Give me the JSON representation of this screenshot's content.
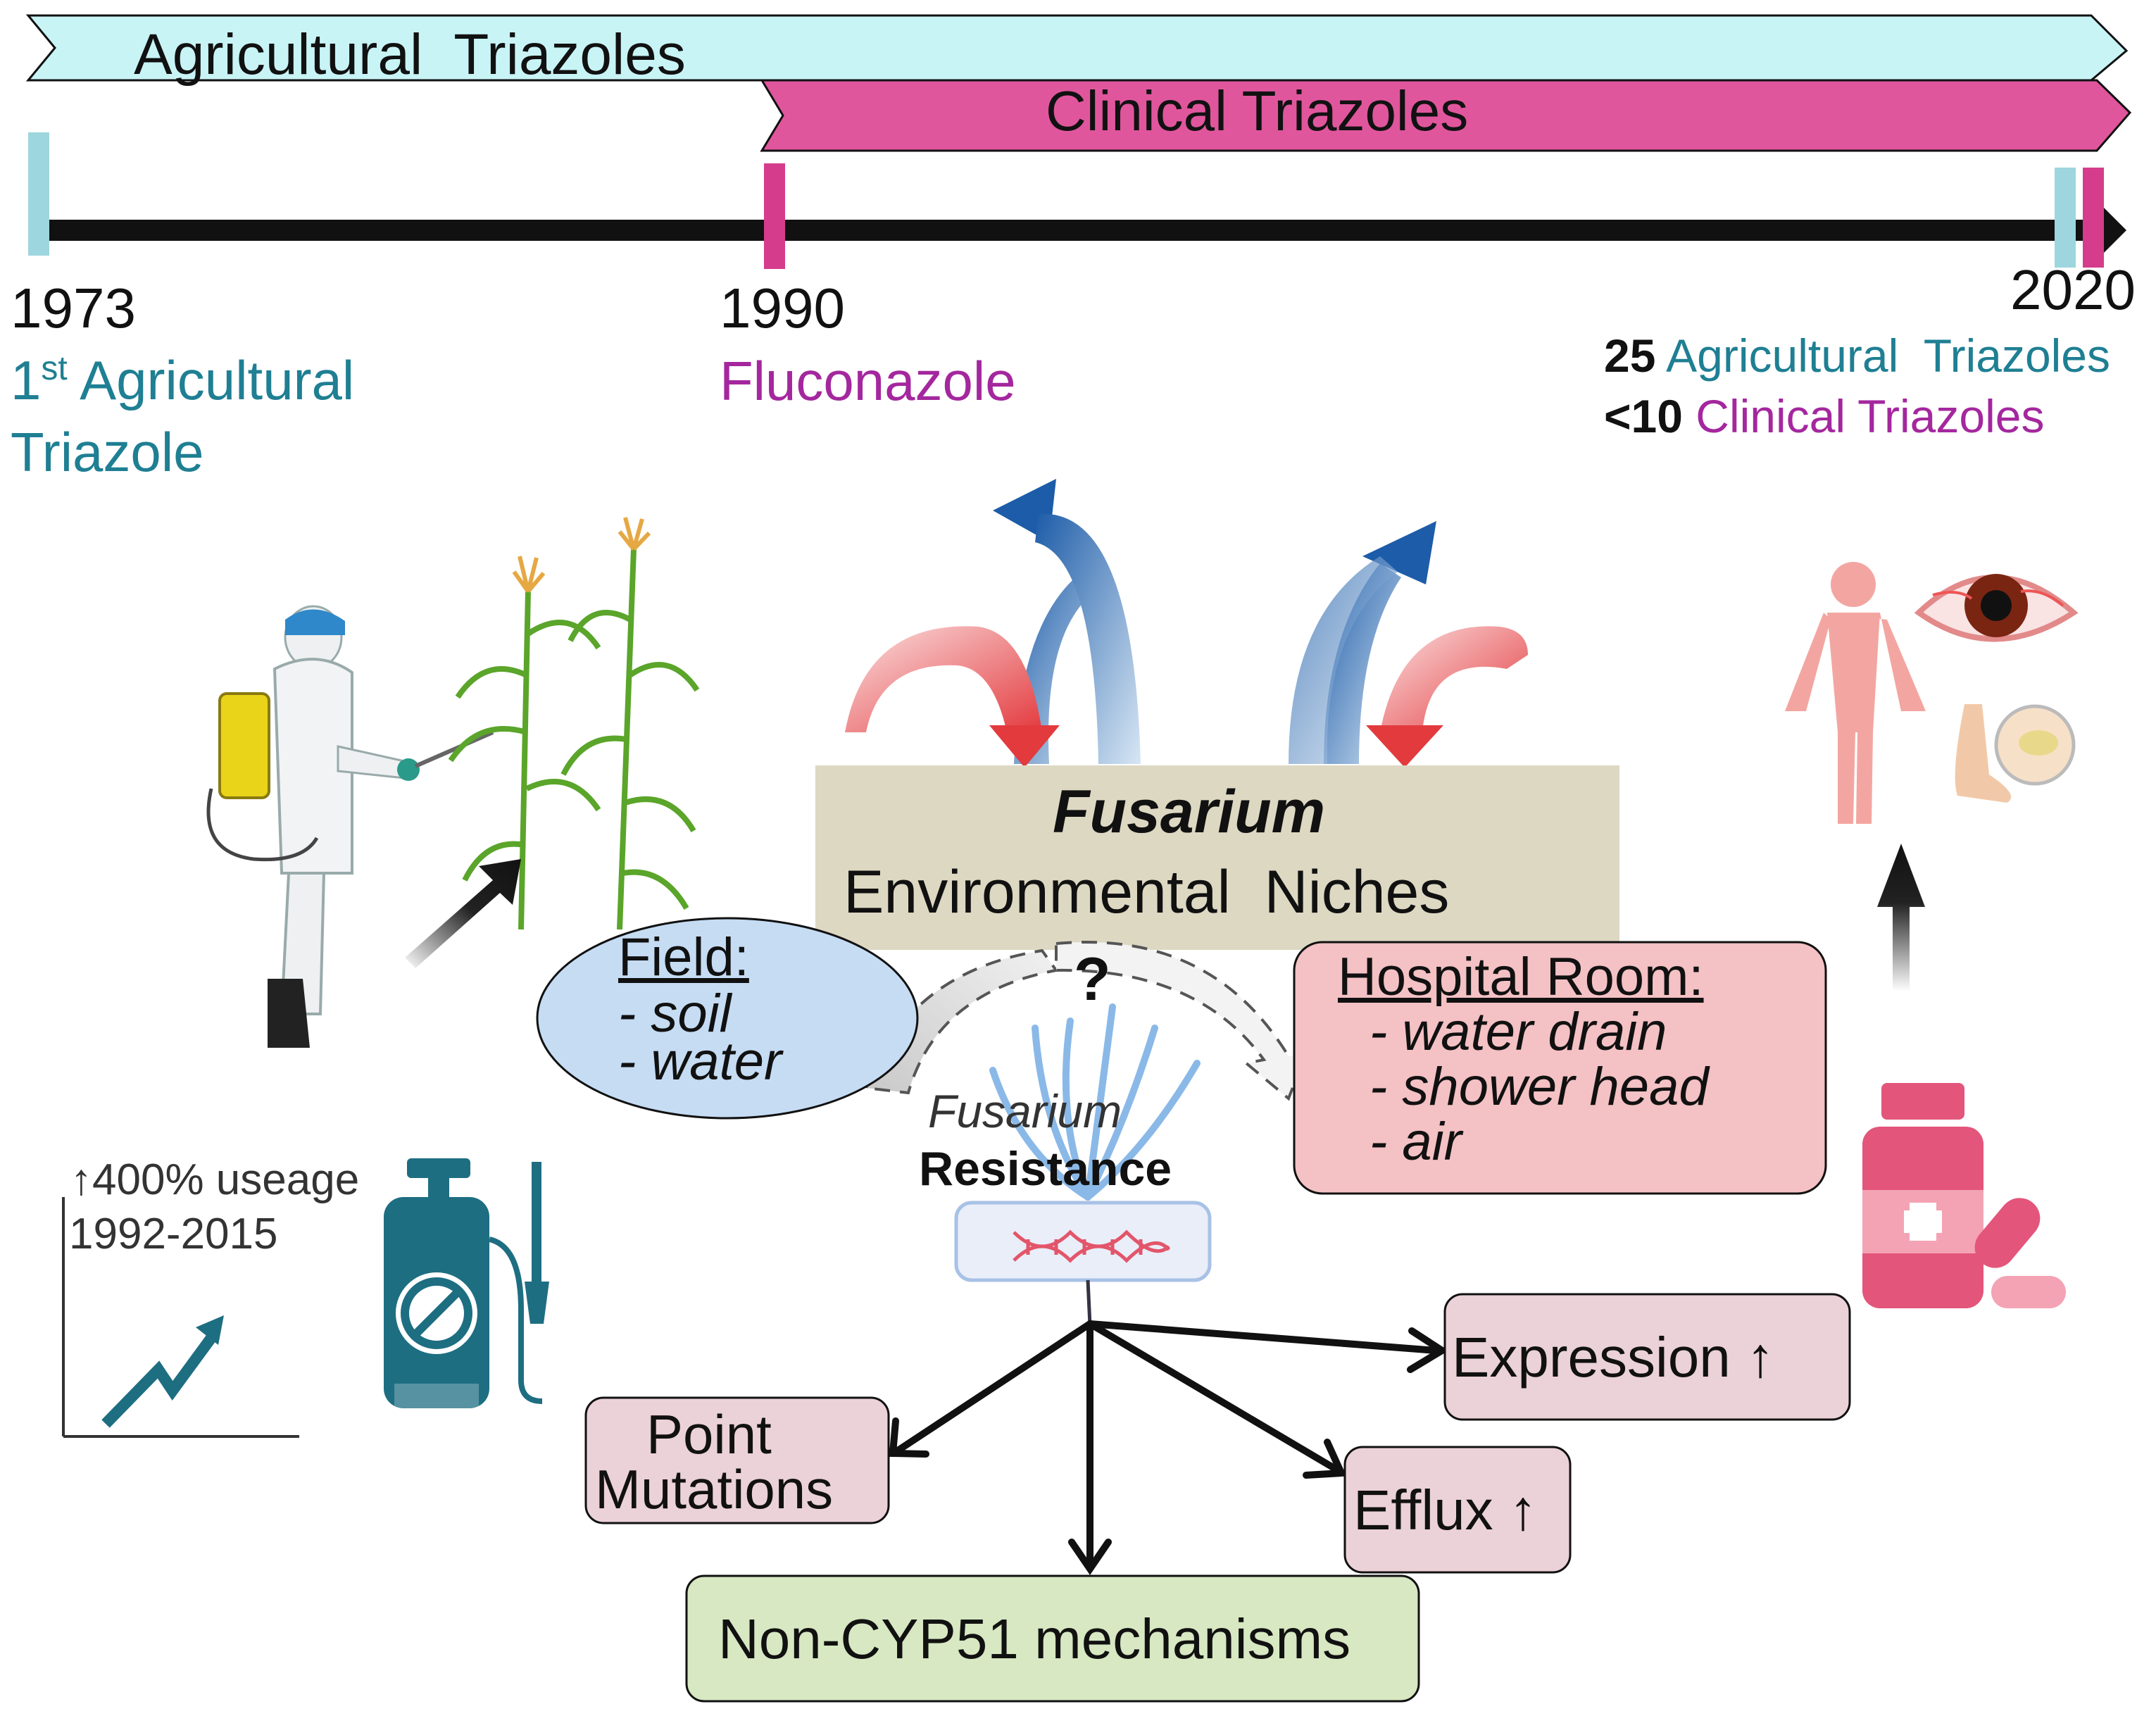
{
  "timeline": {
    "agri_banner": "Agricultural  Triazoles",
    "clinical_banner": "Clinical Triazoles",
    "m1973": {
      "year": "1973",
      "sup_num": "1",
      "sup": "st",
      "line1_rest": " Agricultural",
      "line2": "Triazole"
    },
    "m1990": {
      "year": "1990",
      "name": "Fluconazole"
    },
    "m2020": {
      "year": "2020",
      "agri_count": "25",
      "agri_text": " Agricultural  Triazoles",
      "clin_count": "<10",
      "clin_text": " Clinical Triazoles"
    }
  },
  "center": {
    "title": "Fusarium",
    "subtitle": "Environmental  Niches",
    "question": "?"
  },
  "field": {
    "title": "Field:",
    "items": [
      "- soil",
      "- water"
    ]
  },
  "hospital": {
    "title": "Hospital Room:",
    "items": [
      "- water drain",
      "- shower head",
      "- air"
    ]
  },
  "usage": {
    "text": "↑400% useage",
    "years": "1992-2015"
  },
  "resistance": {
    "organism": "Fusarium",
    "label": "Resistance"
  },
  "mechanisms": {
    "point": [
      "Point",
      "Mutations"
    ],
    "expression": "Expression ↑",
    "efflux": "Efflux ↑",
    "noncyp": "Non-CYP51 mechanisms"
  },
  "colors": {
    "agri": "#c8f4f6",
    "clinical": "#e0569d",
    "agri_marker": "#9dd6de",
    "clinical_marker": "#d63c8c",
    "niche_box": "#ddd8c2",
    "field": "#c5dcf3",
    "hospital": "#f4c1c4",
    "mechanism": "#ebd2d8",
    "noncyp": "#d7e8c2"
  }
}
